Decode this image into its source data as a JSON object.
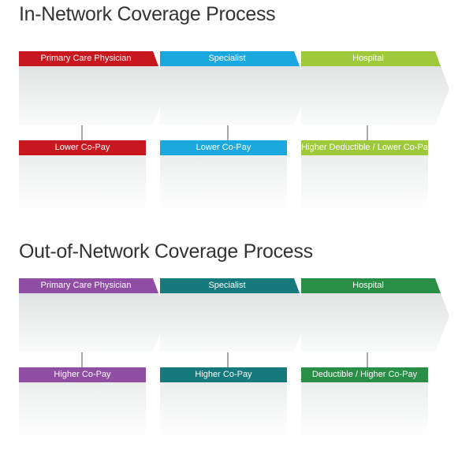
{
  "in_network": {
    "title": "In-Network Coverage Process",
    "steps": [
      {
        "label": "Primary Care Physician",
        "color": "#c8171e"
      },
      {
        "label": "Specialist",
        "color": "#1aa8de"
      },
      {
        "label": "Hospital",
        "color": "#9ec93b"
      }
    ],
    "results": [
      {
        "label": "Lower Co-Pay",
        "color": "#c8171e"
      },
      {
        "label": "Lower Co-Pay",
        "color": "#1aa8de"
      },
      {
        "label": "Higher Deductible / Lower Co-Pa",
        "color": "#9ec93b"
      }
    ]
  },
  "out_of_network": {
    "title": "Out-of-Network Coverage Process",
    "steps": [
      {
        "label": "Primary Care Physician",
        "color": "#8f4ea3"
      },
      {
        "label": "Specialist",
        "color": "#16797c"
      },
      {
        "label": "Hospital",
        "color": "#2a8f46"
      }
    ],
    "results": [
      {
        "label": "Higher Co-Pay",
        "color": "#8f4ea3"
      },
      {
        "label": "Higher Co-Pay",
        "color": "#16797c"
      },
      {
        "label": "Deductible / Higher Co-Pay",
        "color": "#2a8f46"
      }
    ]
  }
}
